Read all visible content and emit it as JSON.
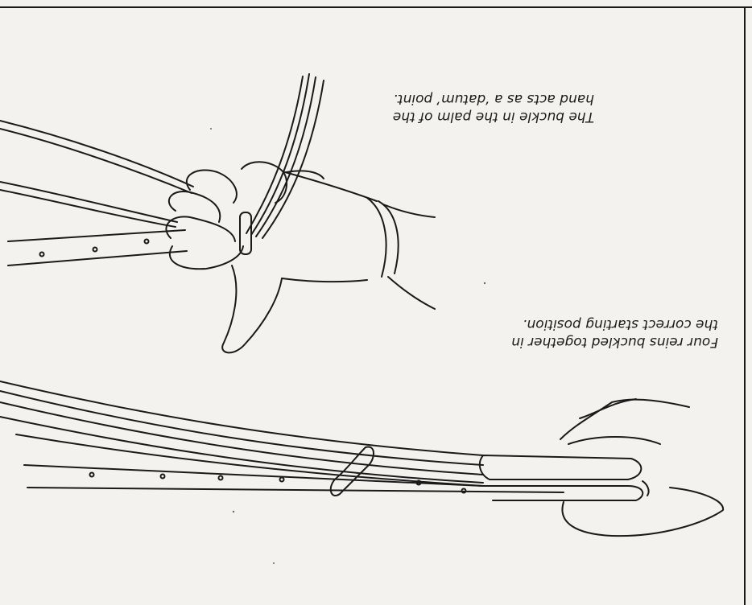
{
  "captions": {
    "buckle_datum": {
      "line1": "The buckle in the palm of the",
      "line2": "hand acts as a ‘datum’ point."
    },
    "four_reins": {
      "line1": "Four reins buckled together in",
      "line2": "the correct starting position."
    }
  },
  "illustrations": [
    "hand-holding-reins-with-buckle-icon",
    "arm-and-hand-with-four-reins-icon"
  ]
}
